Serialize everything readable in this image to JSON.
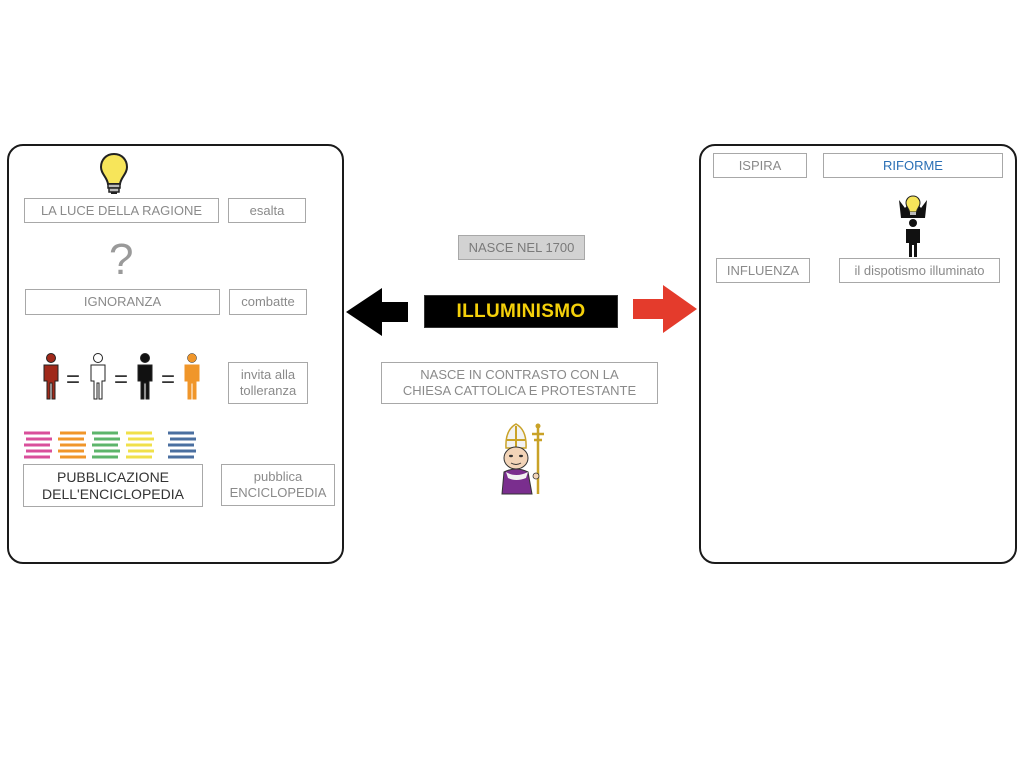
{
  "left_panel": {
    "light_label": "LA LUCE DELLA RAGIONE",
    "light_verb": "esalta",
    "question_mark": "?",
    "ignorance_label": "IGNORANZA",
    "ignorance_verb": "combatte",
    "equals": "=",
    "tolerance_label": "invita alla tolleranza",
    "encyclopedia_label": "PUBBLICAZIONE DELL'ENCICLOPEDIA",
    "encyclopedia_verb": "pubblica ENCICLOPEDIA",
    "person_colors": [
      "#a0291a",
      "#ffffff",
      "#111111",
      "#f0962a"
    ],
    "book_colors": [
      "#d94f9b",
      "#f0962a",
      "#5db56b",
      "#f0e04a",
      "#4a6fa0"
    ]
  },
  "center": {
    "born_label": "NASCE NEL 1700",
    "title": "ILLUMINISMO",
    "contrast_label": "NASCE IN CONTRASTO CON LA CHIESA  CATTOLICA E PROTESTANTE",
    "left_arrow_color": "#000000",
    "right_arrow_color": "#e43b2c"
  },
  "right_panel": {
    "inspire_label": "ISPIRA",
    "reforms_label": "RIFORME",
    "influence_label": "INFLUENZA",
    "despotism_label": "il dispotismo illuminato"
  },
  "colors": {
    "bulb": "#f7e55a",
    "reforms_text": "#2a6fb5",
    "title_text": "#f4d00a",
    "pope_robe": "#7a2e8e"
  }
}
